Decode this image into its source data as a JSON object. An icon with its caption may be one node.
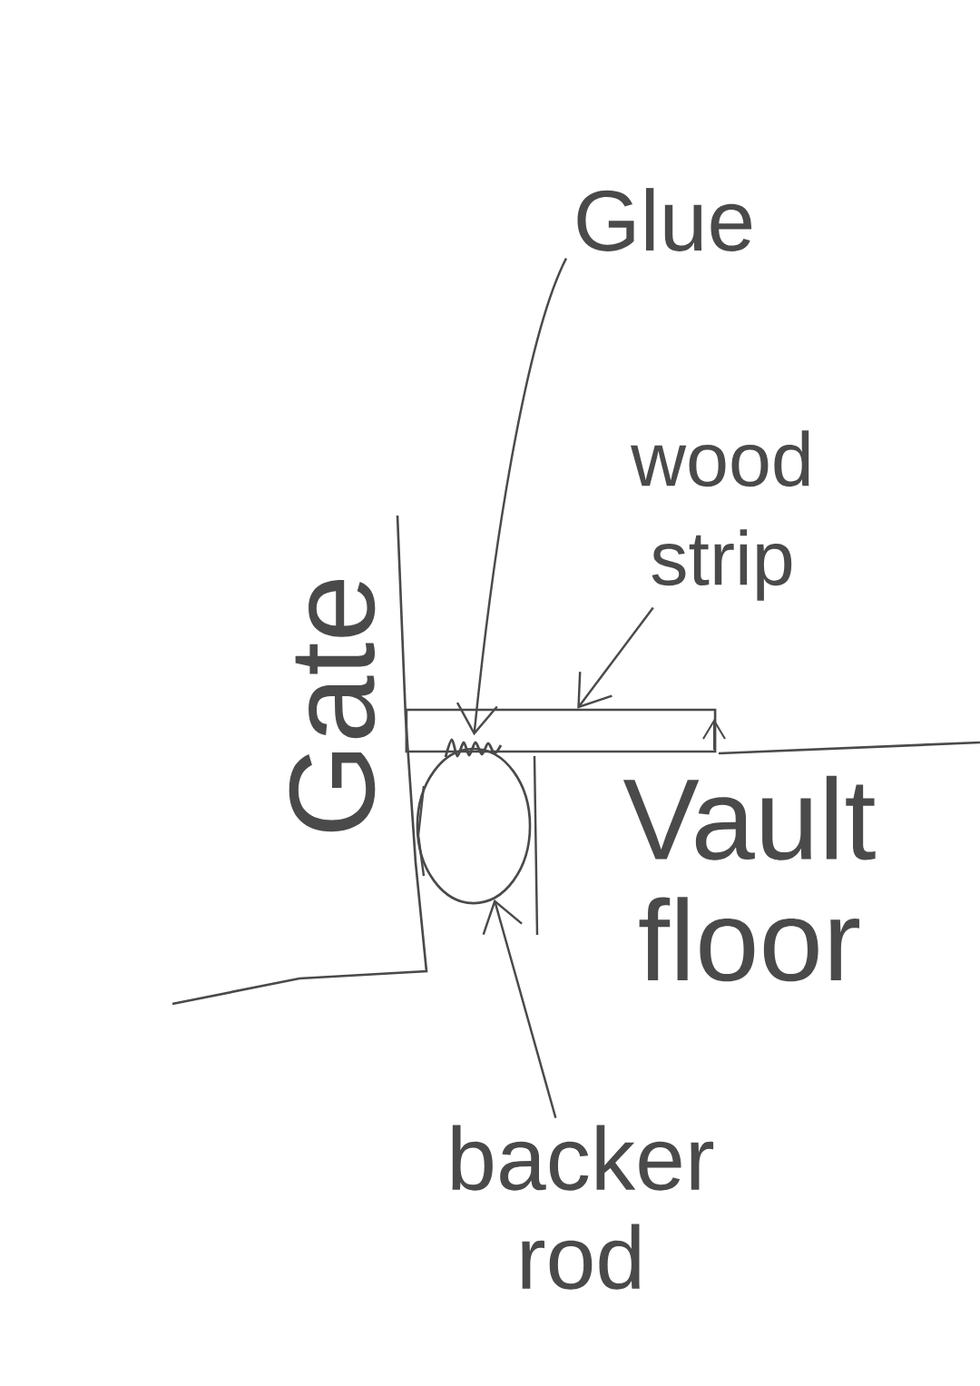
{
  "diagram": {
    "nodes": [
      {
        "text": [
          "Glue"
        ]
      },
      {
        "text": [],
        "shape": "scribble"
      },
      {
        "text": [
          "wood strip"
        ]
      },
      {
        "text": [],
        "shape": "bar"
      },
      {
        "text": [
          "backer rod"
        ]
      },
      {
        "text": [],
        "shape": "circle"
      }
    ],
    "edges": [
      {
        "from": 0,
        "to": 1,
        "arrow": "to"
      },
      {
        "from": 2,
        "to": 3,
        "arrow": "to"
      },
      {
        "from": 4,
        "to": 5,
        "arrow": "to"
      }
    ],
    "labels": [
      "Gate",
      "Vault floor"
    ]
  }
}
